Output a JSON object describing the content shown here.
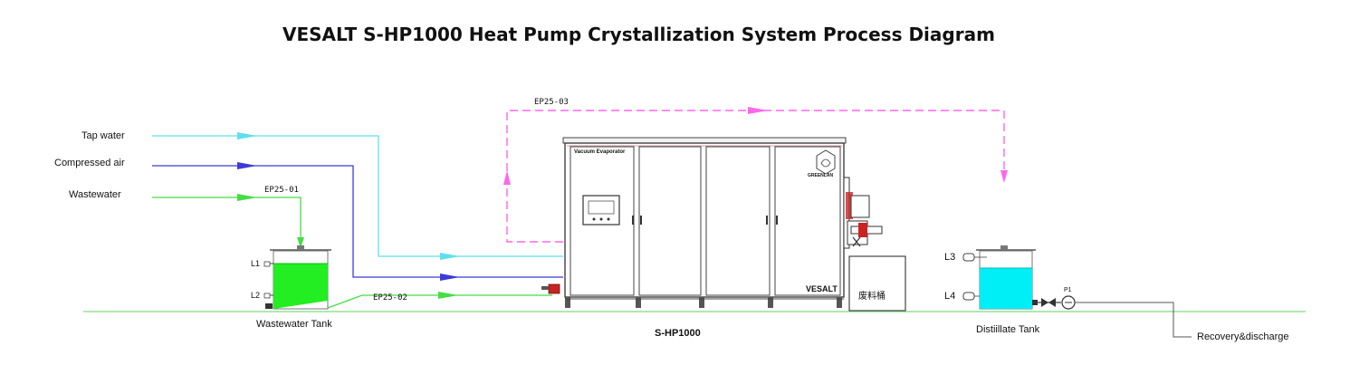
{
  "title": "VESALT S-HP1000 Heat Pump Crystallization System Process Diagram",
  "inputs": {
    "tap_water": "Tap water",
    "compressed_air": "Compressed air",
    "wastewater": "Wastewater"
  },
  "lines": {
    "ep25_01": "EP25-01",
    "ep25_02": "EP25-02",
    "ep25_03": "EP25-03"
  },
  "wastewater_tank": {
    "label": "Wastewater Tank",
    "l1": "L1",
    "l2": "L2"
  },
  "evaporator": {
    "panel_label": "Vacuum Evaporator",
    "logo_text": "GREENLAN",
    "brand": "VESALT",
    "model": "S-HP1000"
  },
  "waste_bin": {
    "label": "废料桶"
  },
  "distillate_tank": {
    "label": "Distiillate Tank",
    "l3": "L3",
    "l4": "L4"
  },
  "pump": {
    "label": "P1"
  },
  "outlet": {
    "label": "Recovery&discharge"
  },
  "colors": {
    "tap_water": "#5ee0f0",
    "compressed_air": "#3b3bd8",
    "wastewater": "#44dd44",
    "vapor_loop": "#ff66ee",
    "tank_green": "#22ee22",
    "tank_cyan": "#00eef6",
    "floor": "#7fdc7f",
    "machine_red": "#cc2222"
  }
}
